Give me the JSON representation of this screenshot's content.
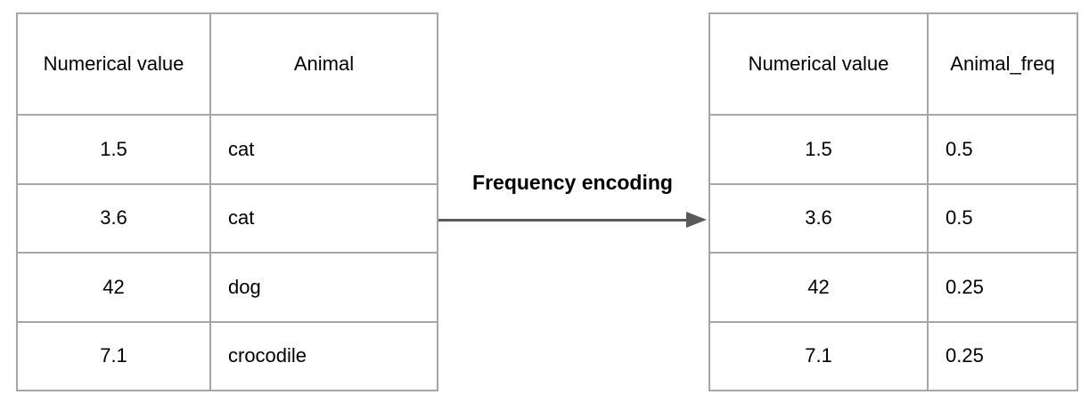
{
  "label": "Frequency encoding",
  "left_table": {
    "headers": [
      "Numerical value",
      "Animal"
    ],
    "rows": [
      [
        "1.5",
        "cat"
      ],
      [
        "3.6",
        "cat"
      ],
      [
        "42",
        "dog"
      ],
      [
        "7.1",
        "crocodile"
      ]
    ]
  },
  "right_table": {
    "headers": [
      "Numerical value",
      "Animal_freq"
    ],
    "rows": [
      [
        "1.5",
        "0.5"
      ],
      [
        "3.6",
        "0.5"
      ],
      [
        "42",
        "0.25"
      ],
      [
        "7.1",
        "0.25"
      ]
    ]
  },
  "colors": {
    "background": "#ffffff",
    "text": "#000000",
    "border": "#a6a6a6",
    "arrow": "#595959"
  }
}
